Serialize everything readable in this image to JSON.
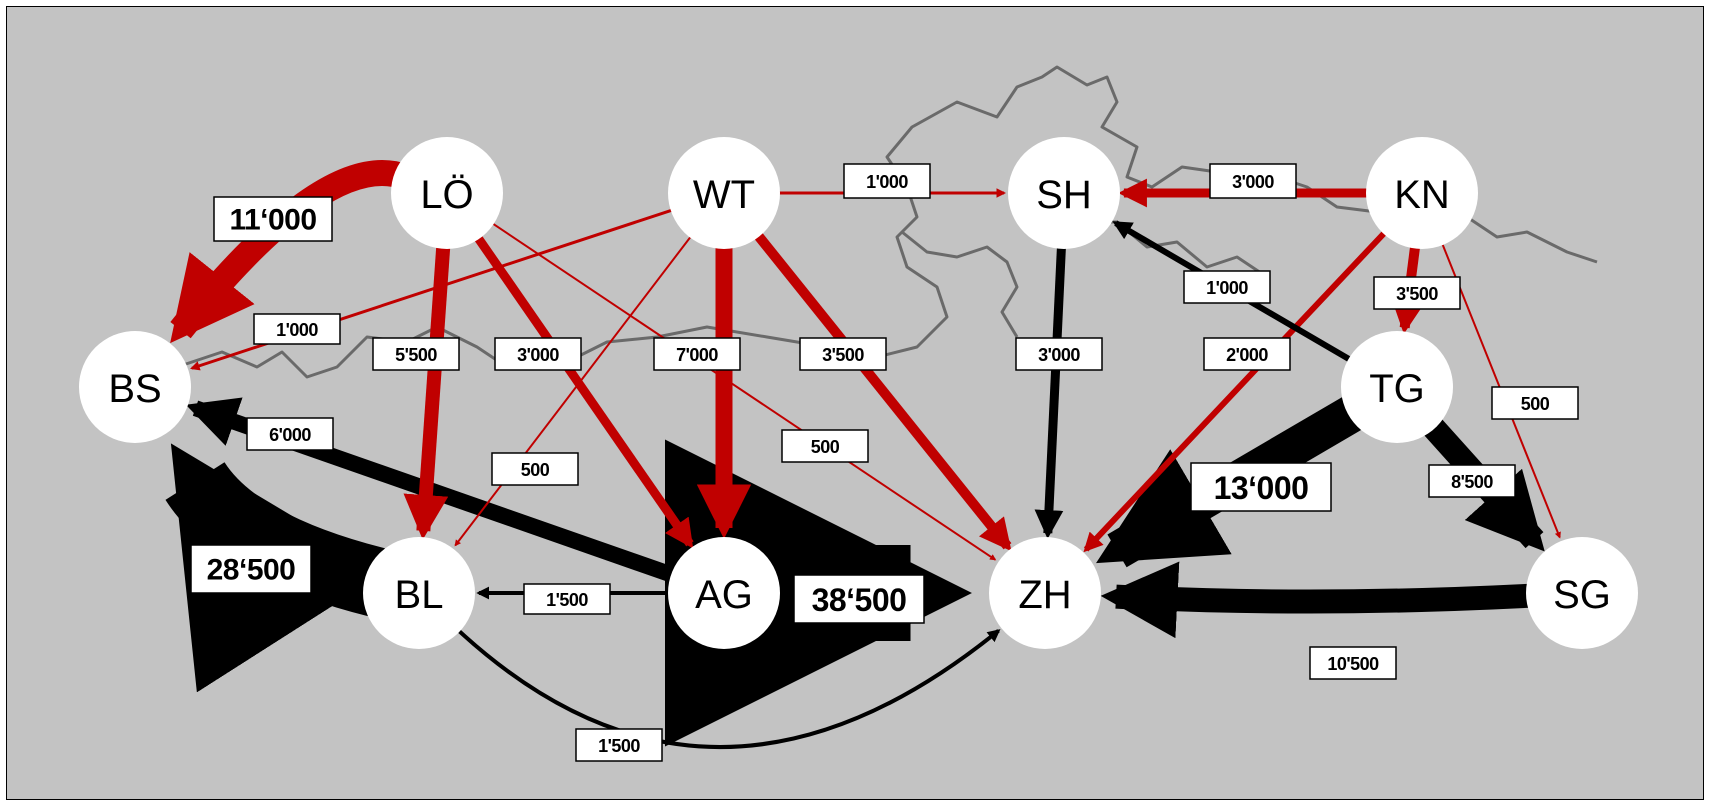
{
  "colors": {
    "background": "#c3c3c3",
    "node": "#ffffff",
    "red_flow": "#c00000",
    "black_flow": "#000000",
    "border": "#666666"
  },
  "nodes": [
    {
      "id": "LO",
      "label": "LÖ"
    },
    {
      "id": "WT",
      "label": "WT"
    },
    {
      "id": "SH",
      "label": "SH"
    },
    {
      "id": "KN",
      "label": "KN"
    },
    {
      "id": "BS",
      "label": "BS"
    },
    {
      "id": "TG",
      "label": "TG"
    },
    {
      "id": "BL",
      "label": "BL"
    },
    {
      "id": "AG",
      "label": "AG"
    },
    {
      "id": "ZH",
      "label": "ZH"
    },
    {
      "id": "SG",
      "label": "SG"
    }
  ],
  "flows": [
    {
      "from": "LO",
      "to": "BS",
      "value": "11‘000",
      "color": "red"
    },
    {
      "from": "WT",
      "to": "SH",
      "value": "1'000",
      "color": "red"
    },
    {
      "from": "KN",
      "to": "SH",
      "value": "3'000",
      "color": "red"
    },
    {
      "from": "WT",
      "to": "BS",
      "value": "1'000",
      "color": "red"
    },
    {
      "from": "LO",
      "to": "BL",
      "value": "5'500",
      "color": "red"
    },
    {
      "from": "LO",
      "to": "AG",
      "value": "3'000",
      "color": "red"
    },
    {
      "from": "WT",
      "to": "AG",
      "value": "7'000",
      "color": "red"
    },
    {
      "from": "WT",
      "to": "ZH",
      "value": "3'500",
      "color": "red"
    },
    {
      "from": "SH",
      "to": "ZH",
      "value": "3'000",
      "color": "black"
    },
    {
      "from": "KN",
      "to": "ZH",
      "value": "2'000",
      "color": "red"
    },
    {
      "from": "TG",
      "to": "SH",
      "value": "1'000",
      "color": "black"
    },
    {
      "from": "KN",
      "to": "TG",
      "value": "3'500",
      "color": "red"
    },
    {
      "from": "KN",
      "to": "SG",
      "value": "500",
      "color": "red"
    },
    {
      "from": "AG",
      "to": "BS",
      "value": "6'000",
      "color": "black"
    },
    {
      "from": "WT",
      "to": "BL",
      "value": "500",
      "color": "red"
    },
    {
      "from": "LO",
      "to": "ZH",
      "value": "500",
      "color": "red"
    },
    {
      "from": "TG",
      "to": "ZH",
      "value": "13‘000",
      "color": "black"
    },
    {
      "from": "TG",
      "to": "SG",
      "value": "8'500",
      "color": "black"
    },
    {
      "from": "BL",
      "to": "BS",
      "value": "28‘500",
      "color": "black"
    },
    {
      "from": "AG",
      "to": "BL",
      "value": "1'500",
      "color": "black"
    },
    {
      "from": "AG",
      "to": "ZH",
      "value": "38‘500",
      "color": "black"
    },
    {
      "from": "SG",
      "to": "ZH",
      "value": "10'500",
      "color": "black"
    },
    {
      "from": "BL",
      "to": "ZH",
      "value": "1'500",
      "color": "black"
    }
  ]
}
